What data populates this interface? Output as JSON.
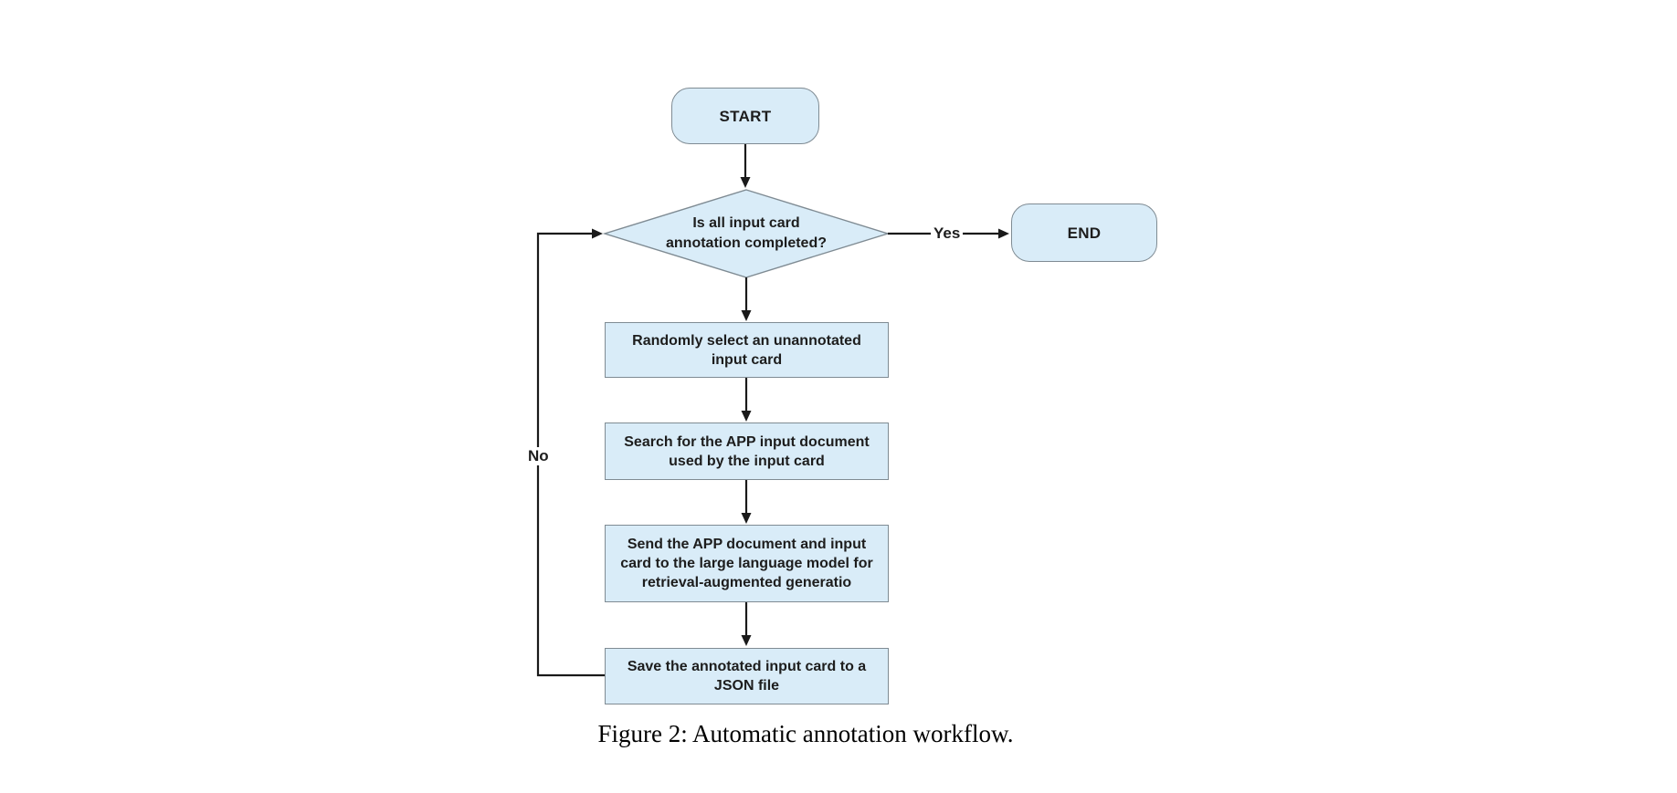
{
  "colors": {
    "node_fill": "#d9ecf8",
    "node_border": "#7f8b93",
    "arrow": "#1a1a1a",
    "text": "#1d1d1d",
    "background": "#ffffff"
  },
  "flowchart": {
    "start": "START",
    "end": "END",
    "decision": "Is all input card\nannotation completed?",
    "process_1": "Randomly select an unannotated\ninput card",
    "process_2": "Search for the APP input document\nused by the input card",
    "process_3": "Send the APP document and input\ncard to the large language model for\nretrieval-augmented generatio",
    "process_4": "Save the annotated input card to a\nJSON file",
    "edge_yes": "Yes",
    "edge_no": "No"
  },
  "caption": "Figure 2: Automatic annotation workflow."
}
